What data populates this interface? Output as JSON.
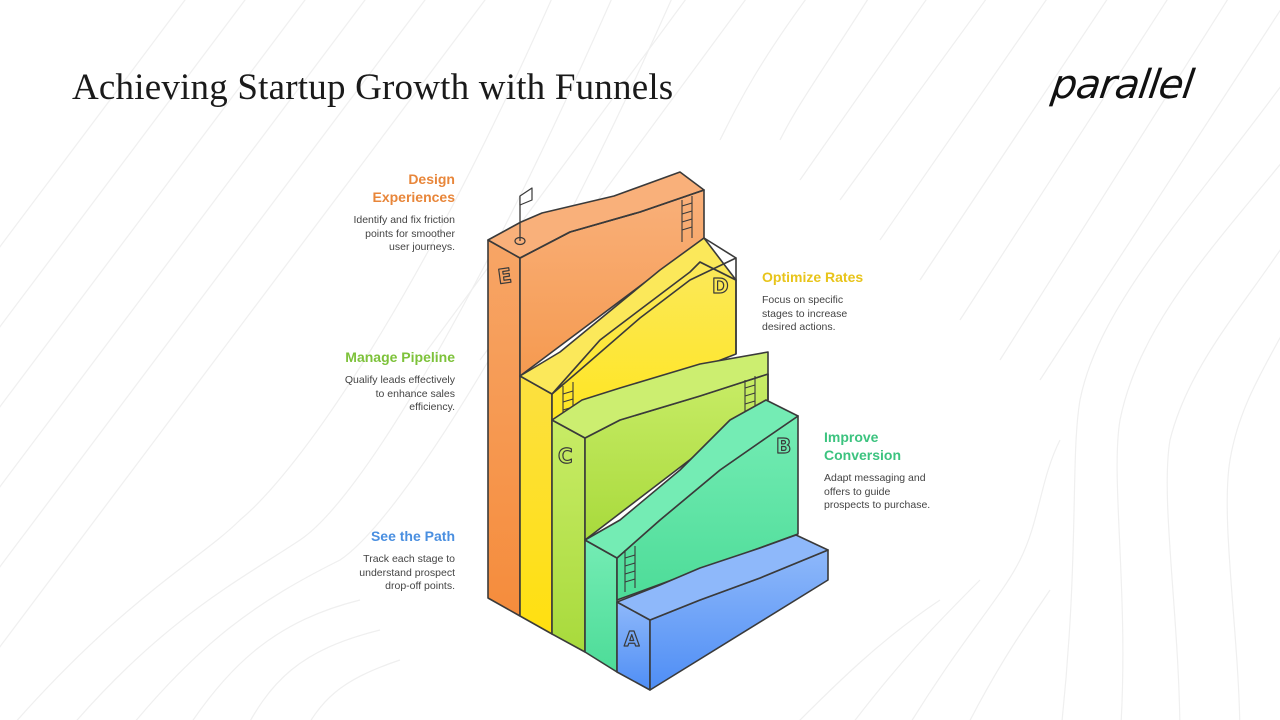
{
  "header": {
    "title": "Achieving Startup Growth with Funnels",
    "logo": "parallel"
  },
  "diagram": {
    "type": "isometric-funnel-steps",
    "stages": [
      {
        "letter": "E",
        "title_line1": "Design",
        "title_line2": "Experiences",
        "desc_lines": [
          "Identify and fix friction",
          "points for smoother",
          "user journeys."
        ],
        "color": "#F5A05A",
        "side": "left"
      },
      {
        "letter": "D",
        "title_line1": "Optimize Rates",
        "title_line2": "",
        "desc_lines": [
          "Focus on specific",
          "stages to increase",
          "desired actions."
        ],
        "color": "#F2D321",
        "side": "right"
      },
      {
        "letter": "C",
        "title_line1": "Manage Pipeline",
        "title_line2": "",
        "desc_lines": [
          "Qualify leads effectively",
          "to enhance sales",
          "efficiency."
        ],
        "color": "#8CC63F",
        "side": "left"
      },
      {
        "letter": "B",
        "title_line1": "Improve",
        "title_line2": "Conversion",
        "desc_lines": [
          "Adapt messaging and",
          "offers to guide",
          "prospects to purchase."
        ],
        "color": "#3CC37F",
        "side": "right"
      },
      {
        "letter": "A",
        "title_line1": "See the Path",
        "title_line2": "",
        "desc_lines": [
          "Track each stage to",
          "understand prospect",
          "drop-off points."
        ],
        "color": "#4A8FE0",
        "side": "left"
      }
    ]
  }
}
